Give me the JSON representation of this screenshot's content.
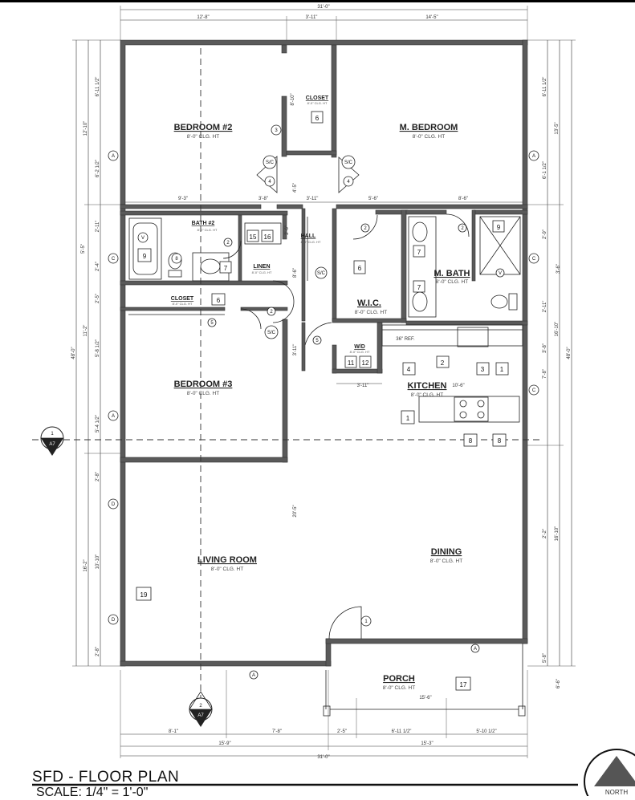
{
  "plan": {
    "title": "SFD - FLOOR PLAN",
    "scale": "SCALE: 1/4\" = 1'-0\"",
    "north": "NORTH"
  },
  "rooms": {
    "bedroom2": {
      "name": "BEDROOM #2",
      "clg": "8'-0\" CLG. HT"
    },
    "mbedroom": {
      "name": "M. BEDROOM",
      "clg": "8'-0\" CLG. HT"
    },
    "closet_top": {
      "name": "CLOSET",
      "clg": "8'-0\" CLG. HT"
    },
    "bath2": {
      "name": "BATH #2",
      "clg": "8'-0\" CLG. HT"
    },
    "hall": {
      "name": "HALL",
      "clg": "8'-0\" CLG. HT"
    },
    "linen": {
      "name": "LINEN",
      "clg": "8'-0\" CLG. HT"
    },
    "closet_mid": {
      "name": "CLOSET",
      "clg": "8'-0\" CLG. HT"
    },
    "wic": {
      "name": "W.I.C.",
      "clg": "8'-0\" CLG. HT"
    },
    "mbath": {
      "name": "M. BATH",
      "clg": "8'-0\" CLG. HT"
    },
    "wd": {
      "name": "W/D",
      "clg": "8'-0\" CLG. HT"
    },
    "bedroom3": {
      "name": "BEDROOM #3",
      "clg": "8'-0\" CLG. HT"
    },
    "kitchen": {
      "name": "KITCHEN",
      "clg": "8'-0\" CLG. HT"
    },
    "living": {
      "name": "LIVING ROOM",
      "clg": "8'-0\" CLG. HT"
    },
    "dining": {
      "name": "DINING",
      "clg": "8'-0\" CLG. HT"
    },
    "porch": {
      "name": "PORCH",
      "clg": "8'-0\" CLG. HT"
    }
  },
  "dimensions": {
    "overall_top": "31'-0\"",
    "top_a": "12'-8\"",
    "top_b": "3'-11\"",
    "top_c": "14'-5\"",
    "row2_a": "9'-3\"",
    "row2_b": "3'-8\"",
    "row2_c": "3'-11\"",
    "row2_d": "5'-6\"",
    "row2_e": "8'-6\"",
    "bottom1_a": "8'-1\"",
    "bottom1_b": "7'-8\"",
    "bottom1_c": "2'-5\"",
    "bottom1_d": "6'-11 1/2\"",
    "bottom1_e": "5'-10 1/2\"",
    "bottom2_a": "15'-9\"",
    "bottom2_b": "15'-3\"",
    "overall_bottom": "31'-0\"",
    "left_overall": "48'-0\"",
    "left_a": "12'-10\"",
    "left_b": "11'-2\"",
    "left_c": "16'-2\"",
    "left_d1": "6'-11 1/2\"",
    "left_d2": "6'-2 1/2\"",
    "left_d3": "2'-11\"",
    "left_d4": "5'-5\"",
    "left_d5": "2'-4\"",
    "left_d6": "2'-5\"",
    "left_d7": "5'-8 1/2\"",
    "left_d8": "5'-4 1/2\"",
    "left_d9": "2'-8\"",
    "left_d10": "10'-10\"",
    "left_d11": "2'-8\"",
    "right_overall": "48'-0\"",
    "right_a": "13'-5\"",
    "right_b": "16'-10\"",
    "right_c": "16'-10\"",
    "right_d1": "6'-11 1/2\"",
    "right_d2": "6'-1 1/2\"",
    "right_d3": "2'-9\"",
    "right_d4": "3'-6\"",
    "right_d5": "2'-11\"",
    "right_d6": "3'-8\"",
    "right_d7": "7'-8\"",
    "right_d8": "2'-2\"",
    "right_d9": "5'-8\"",
    "right_d10": "6'-6\"",
    "inner_closet_w": "8'-10\"",
    "inner_hall": "4'-5\"",
    "inner_bath_h": "3'-6\"",
    "inner_hall_h": "8'-6\"",
    "inner_kitchen": "3'-11\"",
    "inner_dining_h": "20'-5\"",
    "kitchen_w": "10'-6\"",
    "porch_w": "15'-6\"",
    "wd_h": "3'-11\"",
    "ref": "36\" REF."
  },
  "tags": {
    "t1": "1",
    "t2": "2",
    "t3": "3",
    "t4": "4",
    "t5": "5",
    "t6": "6",
    "t7": "7",
    "t8": "8",
    "t9": "9",
    "t11": "11",
    "t12": "12",
    "t15": "15",
    "t16": "16",
    "t17": "17",
    "t19": "19"
  },
  "callouts": {
    "a": "A",
    "c": "C",
    "d": "D",
    "sc": "S/C",
    "v": "V"
  },
  "section_marks": {
    "s1_num": "1",
    "s1_sheet": "A7",
    "s2_num": "2",
    "s2_sheet": "A7"
  }
}
